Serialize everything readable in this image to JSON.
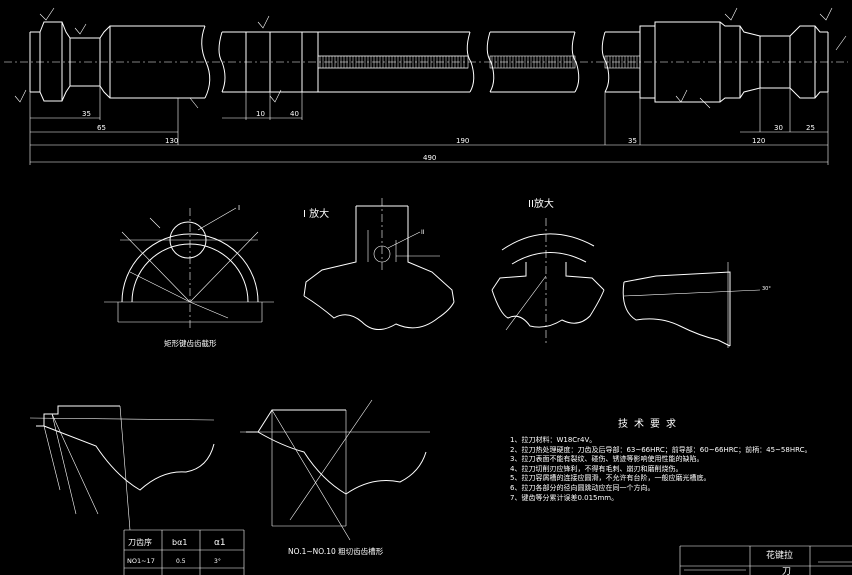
{
  "dimensions": {
    "d35": "35",
    "d65": "65",
    "d130a": "130",
    "d10": "10",
    "d40": "40",
    "d190": "190",
    "d35b": "35",
    "d120": "120",
    "d30": "30",
    "d25": "25",
    "d490": "490"
  },
  "sections": {
    "view1_label": "I 放大",
    "view2_label": "II放大",
    "marker1": "I",
    "marker2": "II",
    "angle_30": "30°",
    "rect_caption": "矩形键齿齿截形",
    "rough_caption": "NO.1~NO.10 粗切齿齿槽形"
  },
  "tech": {
    "title": "技术要求",
    "items": [
      "1、拉刀材料：W18Cr4V。",
      "2、拉刀热处理硬度：刀齿及后导部：63~66HRC；前导部：60~66HRC；前柄：45~58HRC。",
      "3、拉刀表面不能有裂纹、碰伤、锈迹等影响使用性能的缺陷。",
      "4、拉刀切削刃应锋利，不得有毛刺、崩刃和磨削烧伤。",
      "5、拉刀容屑槽的连接应圆滑，不允许有台阶，一般应磨光槽底。",
      "6、拉刀各部分的径向圆跳动应在同一个方向。",
      "7、键齿等分累计误差0.015mm。"
    ]
  },
  "table": {
    "header": [
      "刀齿序",
      "bα1",
      "α1"
    ],
    "row1": [
      "NO1~17",
      "0.5",
      "3°"
    ]
  },
  "title_block": {
    "name": "花键拉",
    "name2": "刀"
  }
}
